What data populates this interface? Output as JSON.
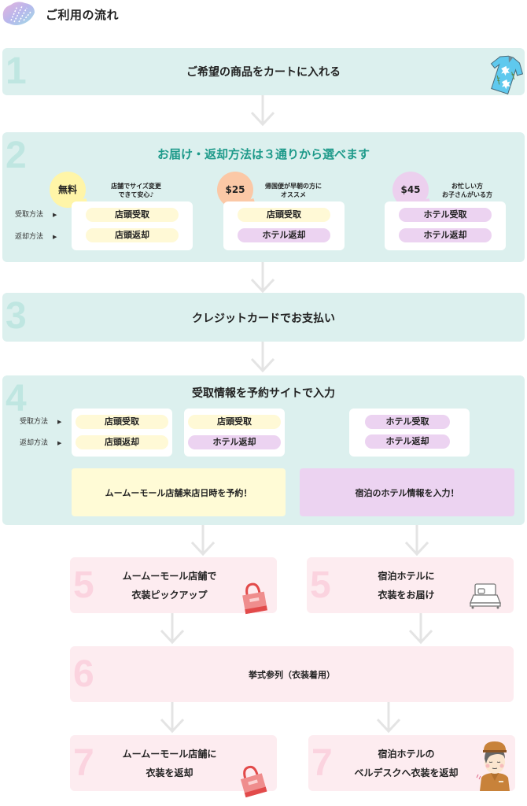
{
  "header": {
    "title": "ご利用の流れ",
    "icon": "shell-icon"
  },
  "colors": {
    "teal_bg": "#dcf0ee",
    "pink_bg": "#fdecf0",
    "accent_teal": "#1e9a8a",
    "yellow_pill": "#fff9d6",
    "purple_pill": "#ecd3f1"
  },
  "steps": {
    "s1": {
      "number": "1",
      "title": "ご希望の商品をカートに入れる",
      "icon": "aloha-shirt-icon"
    },
    "s2": {
      "number": "2",
      "title": "お届け・返却方法は３通りから選べます",
      "row_labels": {
        "receive": "受取方法",
        "return": "返却方法",
        "marker": "▶"
      },
      "options": [
        {
          "price": "無料",
          "note_line1": "店舗でサイズ変更",
          "note_line2": "できて安心♪",
          "receive": "店頭受取",
          "return": "店頭返却"
        },
        {
          "price": "$25",
          "note_line1": "帰国便が早朝の方に",
          "note_line2": "オススメ",
          "receive": "店頭受取",
          "return": "ホテル返却"
        },
        {
          "price": "$45",
          "note_line1": "お忙しい方",
          "note_line2": "お子さんがいる方",
          "receive": "ホテル受取",
          "return": "ホテル返却"
        }
      ]
    },
    "s3": {
      "number": "3",
      "title": "クレジットカードでお支払い"
    },
    "s4": {
      "number": "4",
      "title": "受取情報を予約サイトで入力",
      "row_labels": {
        "receive": "受取方法",
        "return": "返却方法",
        "marker": "▶"
      },
      "options": [
        {
          "receive": "店頭受取",
          "return": "店頭返却"
        },
        {
          "receive": "店頭受取",
          "return": "ホテル返却"
        },
        {
          "receive": "ホテル受取",
          "return": "ホテル返却"
        }
      ],
      "panel_store": "ムームーモール店舗来店日時を予約！",
      "panel_hotel": "宿泊のホテル情報を入力！"
    },
    "s5_store": {
      "number": "5",
      "line1": "ムームーモール店舗で",
      "line2": "衣装ピックアップ",
      "icon": "shopping-bag-icon"
    },
    "s5_hotel": {
      "number": "5",
      "line1": "宿泊ホテルに",
      "line2": "衣装をお届け",
      "icon": "bed-icon"
    },
    "s6": {
      "number": "6",
      "title": "挙式参列（衣装着用）"
    },
    "s7_store": {
      "number": "7",
      "line1": "ムームーモール店舗に",
      "line2": "衣装を返却",
      "icon": "shopping-bag-icon"
    },
    "s7_hotel": {
      "number": "7",
      "line1": "宿泊ホテルの",
      "line2": "ベルデスクへ衣装を返却",
      "icon": "bellhop-icon"
    }
  }
}
